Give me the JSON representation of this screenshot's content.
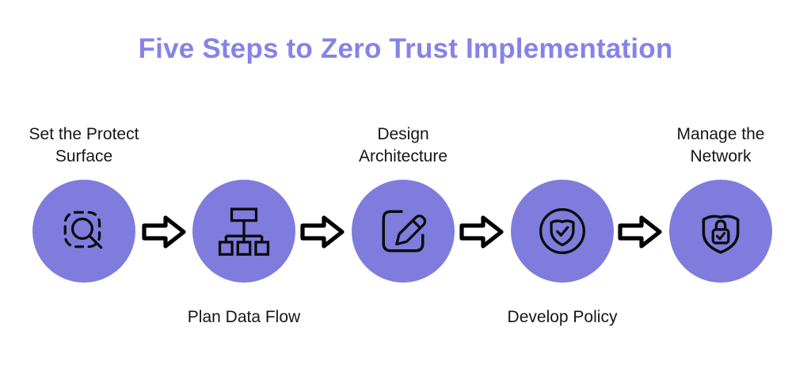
{
  "title": {
    "text": "Five Steps to Zero Trust Implementation"
  },
  "steps": [
    {
      "label": "Set the Protect Surface",
      "label_lines": [
        "Set the Protect",
        "Surface"
      ],
      "label_position": "above",
      "icon": "search-area-icon"
    },
    {
      "label": "Plan Data Flow",
      "label_lines": [
        "Plan Data Flow"
      ],
      "label_position": "below",
      "icon": "hierarchy-icon"
    },
    {
      "label": "Design Architecture",
      "label_lines": [
        "Design",
        "Architecture"
      ],
      "label_position": "above",
      "icon": "edit-icon"
    },
    {
      "label": "Develop Policy",
      "label_lines": [
        "Develop Policy"
      ],
      "label_position": "below",
      "icon": "shield-check-icon"
    },
    {
      "label": "Manage the Network",
      "label_lines": [
        "Manage the",
        "Network"
      ],
      "label_position": "above",
      "icon": "shield-lock-icon"
    }
  ],
  "connectors": {
    "count": 4,
    "icon": "arrow-right-icon",
    "direction": "right"
  },
  "colors": {
    "background": "#FFFFFF",
    "circle_fill": "#7F7CDE",
    "title_text": "#8583E8",
    "label_text": "#161616",
    "icon_stroke": "#0C0C0C",
    "arrow_fill": "#FFFFFF",
    "arrow_stroke": "#000000"
  }
}
